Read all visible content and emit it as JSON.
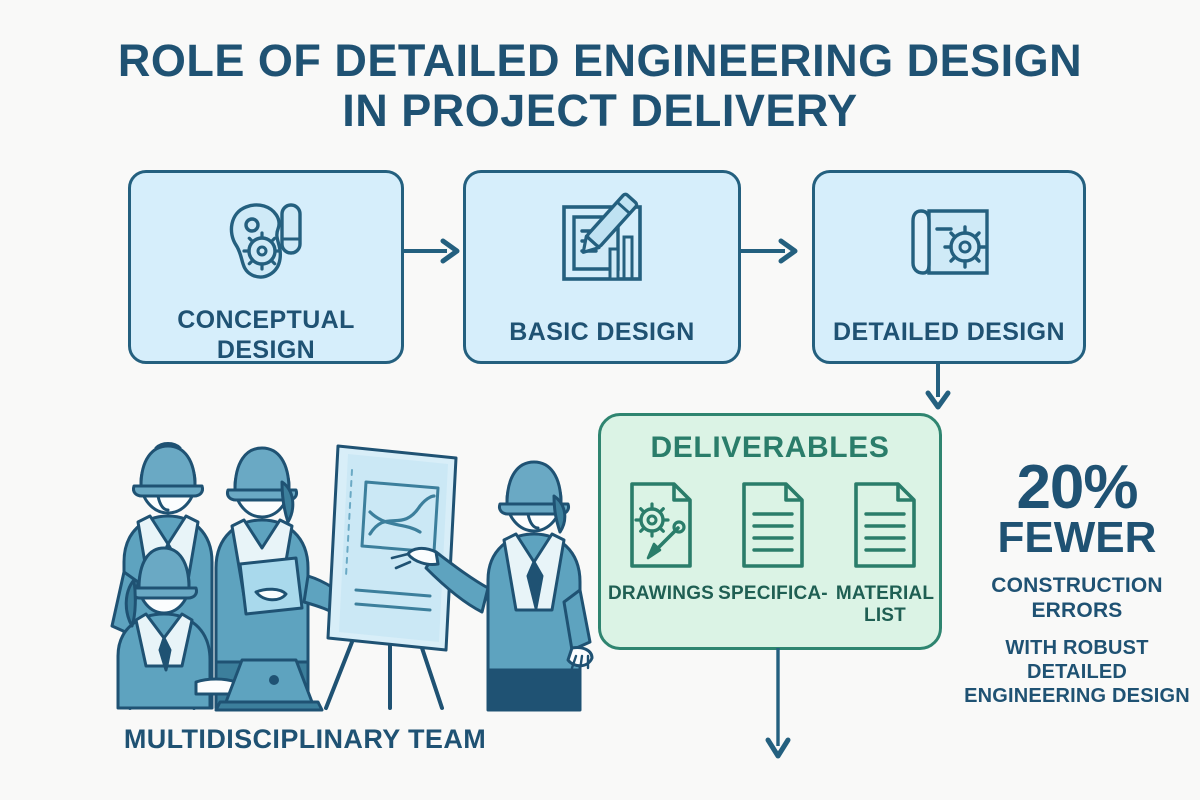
{
  "title": {
    "line1": "Role of Detailed Engineering Design",
    "line2": "in Project Delivery"
  },
  "colors": {
    "background": "#f9f9f8",
    "primary_blue": "#1f5273",
    "box_border_blue": "#24607f",
    "box_fill_blue": "#d6eefb",
    "accent_green": "#2a7d6a",
    "panel_border_green": "#2f8570",
    "panel_fill_green": "#dbf3e5",
    "illustration_blue": "#5ea3bf",
    "illustration_dark": "#1f5273"
  },
  "stages": [
    {
      "label": "Conceptual Design",
      "icon": "concept-sketch-gear-icon"
    },
    {
      "label": "Basic Design",
      "icon": "document-pencil-icon"
    },
    {
      "label": "Detailed Design",
      "icon": "blueprint-roll-gear-icon"
    }
  ],
  "flow_arrows": [
    {
      "name": "arrow-stage1-to-stage2",
      "direction": "right"
    },
    {
      "name": "arrow-stage2-to-stage3",
      "direction": "right"
    },
    {
      "name": "arrow-detailed-design-to-deliverables",
      "direction": "down"
    },
    {
      "name": "arrow-deliverables-to-next",
      "direction": "down"
    }
  ],
  "deliverables": {
    "title": "Deliverables",
    "items": [
      {
        "label": "Drawings",
        "icon": "document-gear-pen-icon"
      },
      {
        "label": "Specifica-",
        "icon": "document-lines-icon"
      },
      {
        "label": "Material List",
        "icon": "document-lines-icon"
      }
    ]
  },
  "stat": {
    "value": "20%",
    "unit": "Fewer",
    "description": "Construction Errors",
    "sub_description": "With Robust Detailed Engineering Design"
  },
  "team": {
    "caption": "Multidisciplinary Team",
    "illustration": "engineering-team-with-flipchart-illustration"
  }
}
